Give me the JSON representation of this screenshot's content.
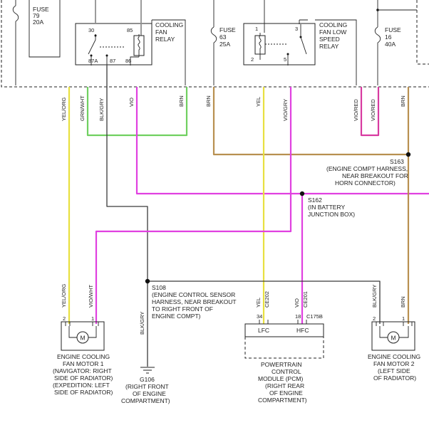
{
  "colors": {
    "wire_yellow": "#e8e040",
    "wire_green": "#70d060",
    "wire_violet": "#e040e0",
    "wire_brown": "#b89050",
    "wire_violet_red": "#d83aa0",
    "wire_black": "#3a3a3a"
  },
  "fuses": [
    {
      "label": "FUSE",
      "number": "79",
      "rating": "20A"
    },
    {
      "label": "FUSE",
      "number": "63",
      "rating": "25A"
    },
    {
      "label": "FUSE",
      "number": "16",
      "rating": "40A"
    }
  ],
  "relays": {
    "cooling_fan": {
      "lines": [
        "COOLING",
        "FAN",
        "RELAY"
      ],
      "pins": [
        "30",
        "85",
        "87A",
        "87",
        "86"
      ]
    },
    "low_speed": {
      "lines": [
        "COOLING",
        "FAN LOW",
        "SPEED",
        "RELAY"
      ],
      "pins": [
        "1",
        "3",
        "2",
        "5"
      ]
    }
  },
  "wire_labels": [
    "YEL/ORG",
    "GRN/WHT",
    "BLK/GRY",
    "VIO",
    "BRN",
    "BRN",
    "YEL",
    "VIO/GRY",
    "VIO/RED",
    "VIO/RED",
    "BRN"
  ],
  "splices": {
    "s163": {
      "lines": [
        "S163",
        "(ENGINE COMPT HARNESS,",
        "NEAR BREAKOUT FOR",
        "HORN CONNECTOR)"
      ]
    },
    "s162": {
      "lines": [
        "S162",
        "(IN BATTERY",
        "JUNCTION BOX)"
      ]
    },
    "s108": {
      "lines": [
        "S108",
        "(ENGINE CONTROL SENSOR",
        "HARNESS, NEAR BREAKOUT",
        "TO RIGHT FRONT OF",
        "ENGINE COMPT)"
      ]
    }
  },
  "lower_wire_labels": [
    "YEL/ORG",
    "VIO/WHT",
    "BLK/GRY",
    "YEL",
    "CE202",
    "VIO",
    "CE201",
    "BLK/GRY",
    "BRN"
  ],
  "motor1": {
    "pins": [
      "2",
      "1"
    ],
    "lines": [
      "ENGINE COOLING",
      "FAN MOTOR 1",
      "(NAVIGATOR: RIGHT",
      "SIDE OF RADIATOR)",
      "(EXPEDITION: LEFT",
      "SIDE OF RADIATOR)"
    ]
  },
  "motor2": {
    "pins": [
      "2",
      "1"
    ],
    "lines": [
      "ENGINE COOLING",
      "FAN MOTOR 2",
      "(LEFT SIDE",
      "OF RADIATOR)"
    ]
  },
  "motor_symbol": "M",
  "ground": {
    "lines": [
      "G106",
      "(RIGHT FRONT",
      "OF ENGINE",
      "COMPARTMENT)"
    ]
  },
  "pcm": {
    "pins": [
      "34",
      "18"
    ],
    "connector": "C175B",
    "terminals": [
      "LFC",
      "HFC"
    ],
    "lines": [
      "POWERTRAIN",
      "CONTROL",
      "MODULE (PCM)",
      "(RIGHT REAR",
      "OF ENGINE",
      "COMPARTMENT)"
    ]
  }
}
